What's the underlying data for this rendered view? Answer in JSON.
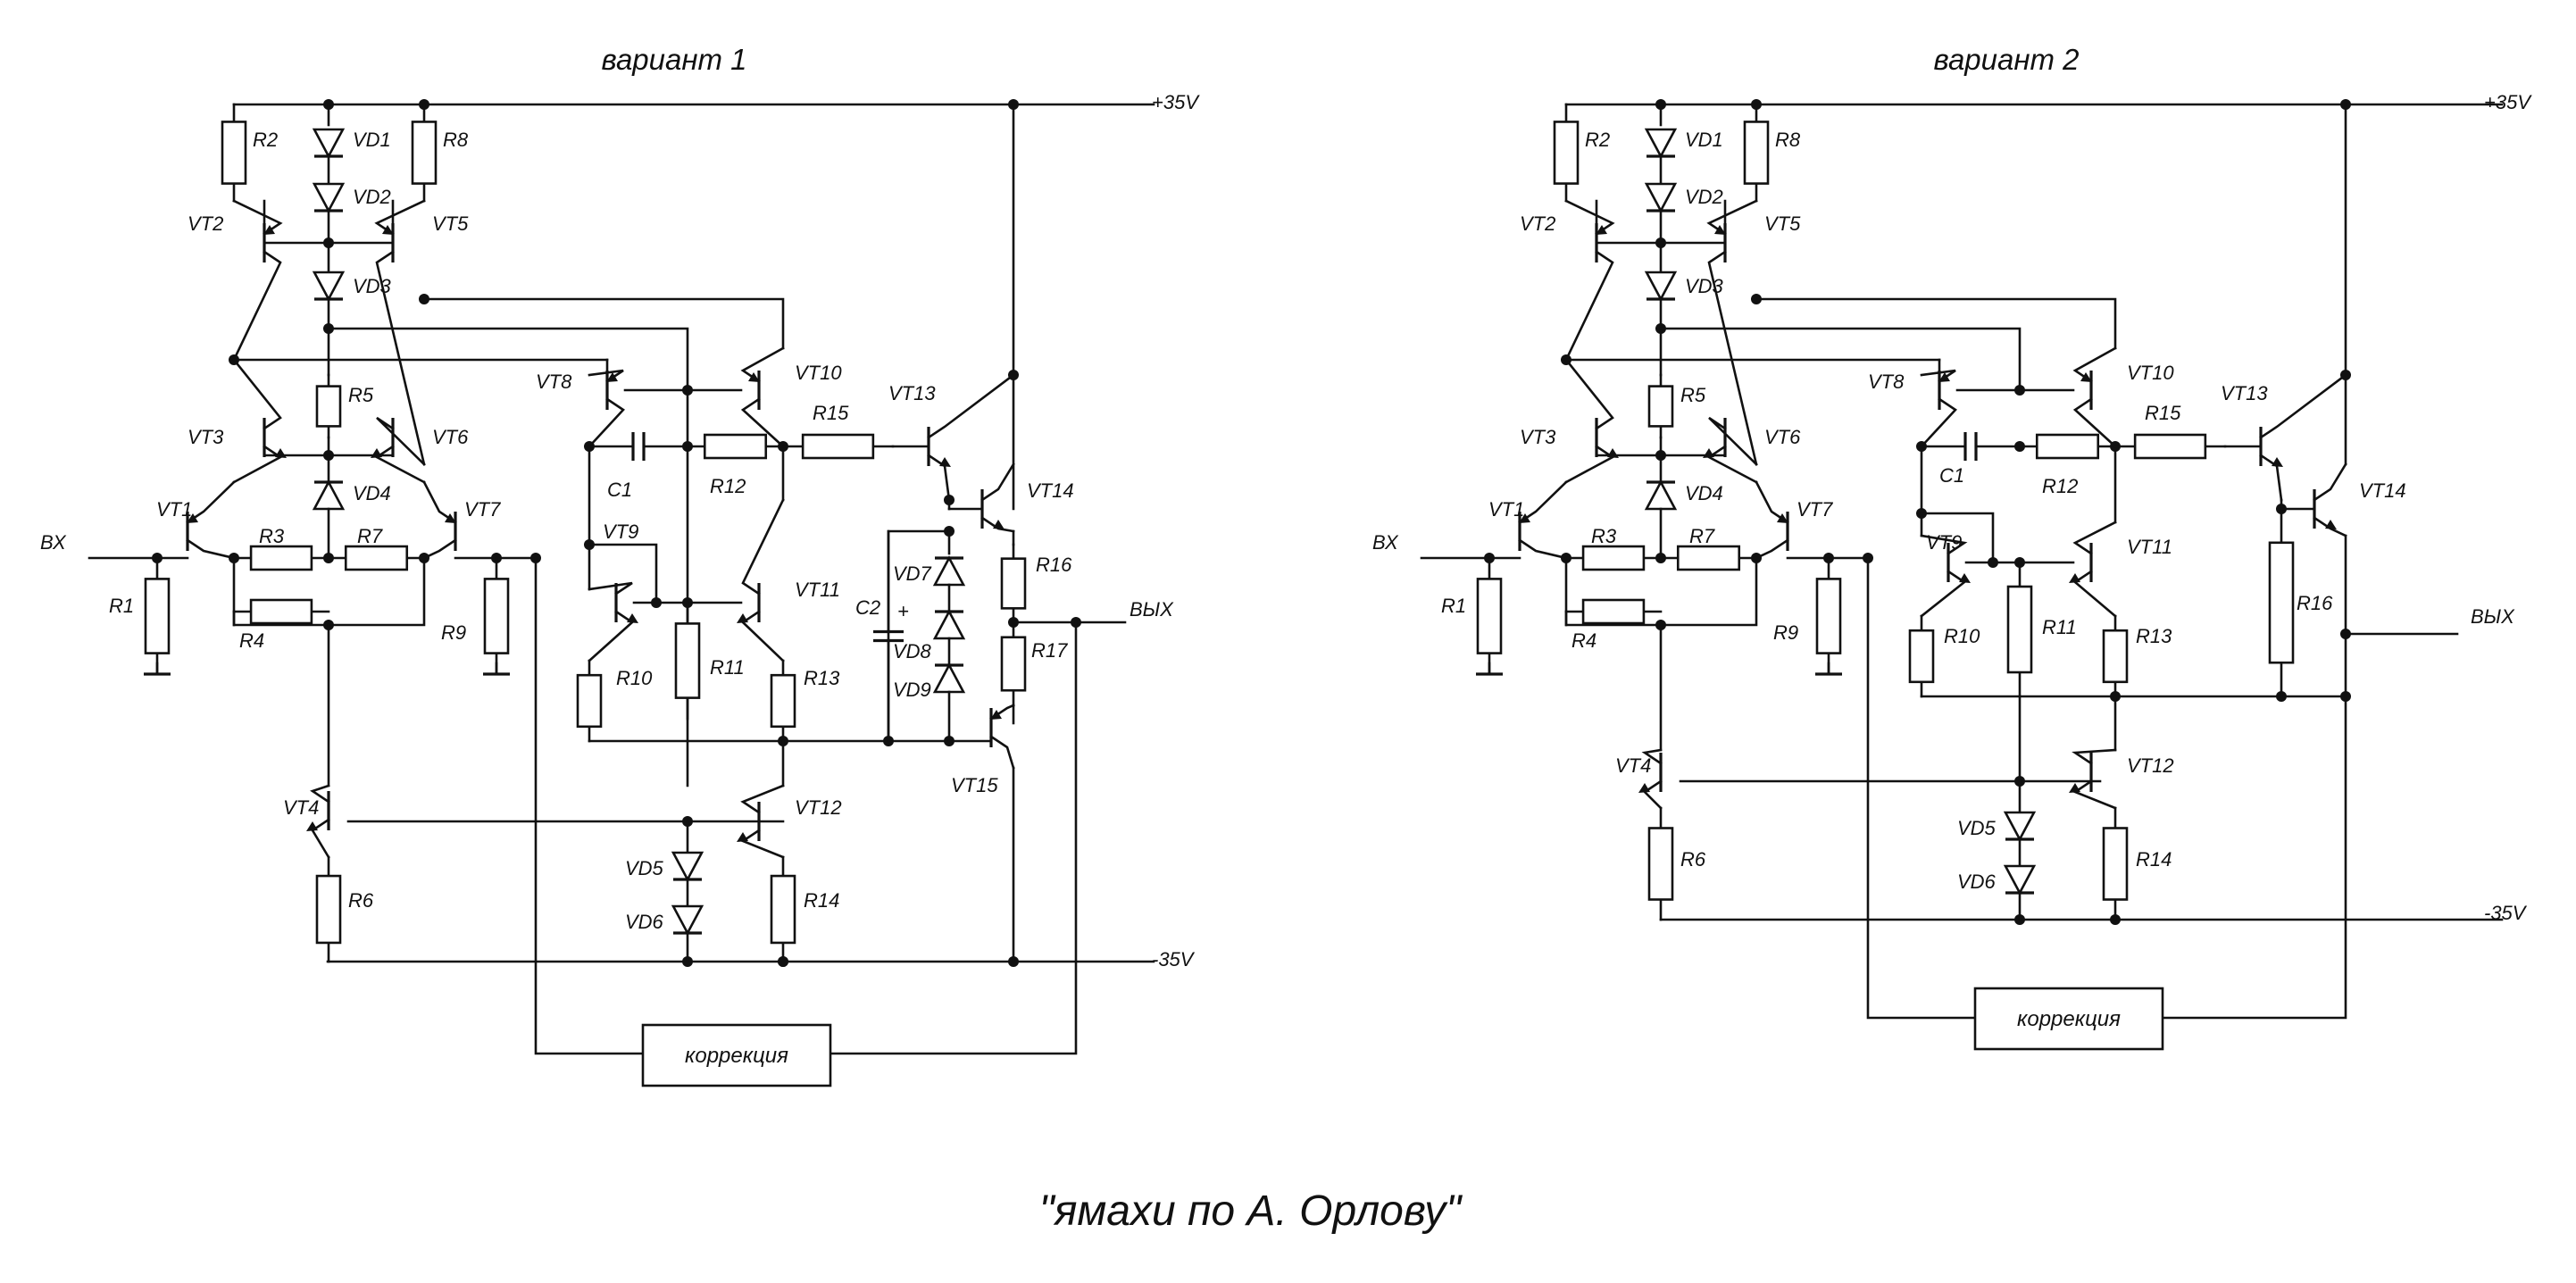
{
  "caption": "\"ямахи по А. Орлову\"",
  "supply_pos": "+35V",
  "supply_neg": "-35V",
  "input_label": "ВХ",
  "output_label": "ВЫХ",
  "correction_label": "коррекция",
  "variant1": {
    "title": "вариант 1",
    "labels": {
      "R1": "R1",
      "R2": "R2",
      "R3": "R3",
      "R4": "R4",
      "R5": "R5",
      "R6": "R6",
      "R7": "R7",
      "R8": "R8",
      "R9": "R9",
      "R10": "R10",
      "R11": "R11",
      "R12": "R12",
      "R13": "R13",
      "R14": "R14",
      "R15": "R15",
      "R16": "R16",
      "R17": "R17",
      "VD1": "VD1",
      "VD2": "VD2",
      "VD3": "VD3",
      "VD4": "VD4",
      "VD5": "VD5",
      "VD6": "VD6",
      "VD7": "VD7",
      "VD8": "VD8",
      "VD9": "VD9",
      "VT1": "VT1",
      "VT2": "VT2",
      "VT3": "VT3",
      "VT4": "VT4",
      "VT5": "VT5",
      "VT6": "VT6",
      "VT7": "VT7",
      "VT8": "VT8",
      "VT9": "VT9",
      "VT10": "VT10",
      "VT11": "VT11",
      "VT12": "VT12",
      "VT13": "VT13",
      "VT14": "VT14",
      "VT15": "VT15",
      "C1": "C1",
      "C2": "C2",
      "plus": "+"
    }
  },
  "variant2": {
    "title": "вариант 2",
    "labels": {
      "R1": "R1",
      "R2": "R2",
      "R3": "R3",
      "R4": "R4",
      "R5": "R5",
      "R6": "R6",
      "R7": "R7",
      "R8": "R8",
      "R9": "R9",
      "R10": "R10",
      "R11": "R11",
      "R12": "R12",
      "R13": "R13",
      "R14": "R14",
      "R15": "R15",
      "R16": "R16",
      "VD1": "VD1",
      "VD2": "VD2",
      "VD3": "VD3",
      "VD4": "VD4",
      "VD5": "VD5",
      "VD6": "VD6",
      "VT1": "VT1",
      "VT2": "VT2",
      "VT3": "VT3",
      "VT4": "VT4",
      "VT5": "VT5",
      "VT6": "VT6",
      "VT7": "VT7",
      "VT8": "VT8",
      "VT9": "VT9",
      "VT10": "VT10",
      "VT11": "VT11",
      "VT12": "VT12",
      "VT13": "VT13",
      "VT14": "VT14",
      "C1": "C1"
    }
  }
}
